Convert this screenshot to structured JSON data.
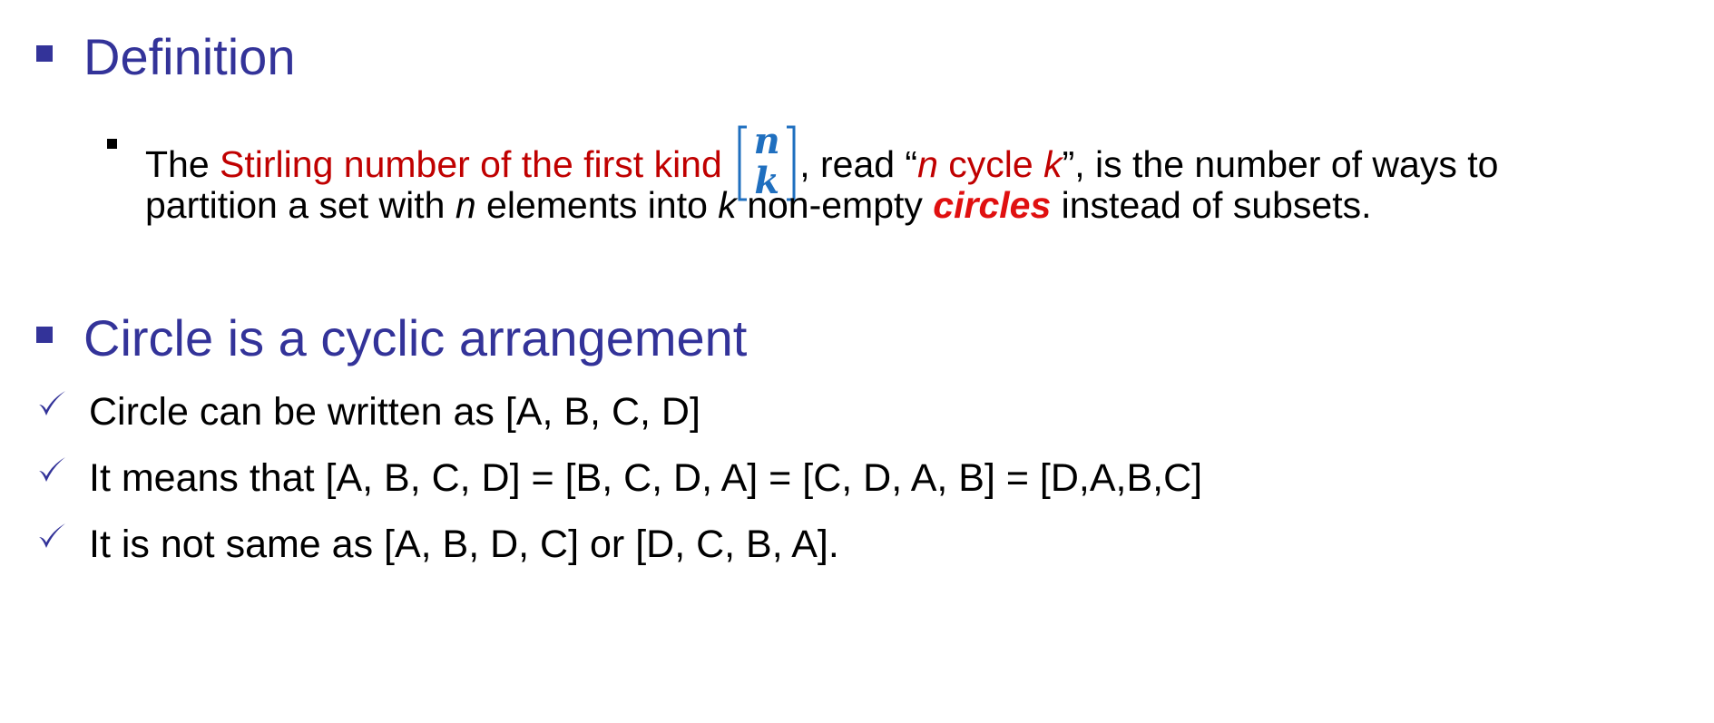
{
  "colors": {
    "heading": "#333399",
    "emphasis_red": "#c00000",
    "circles_red": "#e01010",
    "notation_blue": "#1f6fbf",
    "body_text": "#000000"
  },
  "section_1": {
    "bullet_icon": "square-bullet",
    "title": "Definition",
    "definition": {
      "bullet_icon": "small-square-bullet",
      "line1": {
        "t1": "The ",
        "t2": "Stirling number of the first kind",
        "notation_top": "n",
        "notation_bottom": "k",
        "t3": ", read  “",
        "t4": "n",
        "t5": " cycle ",
        "t6": "k",
        "t7": "”, is the number of ways to"
      },
      "line2": {
        "t1": "partition a set with ",
        "t2": "n",
        "t3": " elements into ",
        "t4": "k",
        "t5": " non-empty ",
        "t6": "circles",
        "t7": " instead of subsets."
      }
    }
  },
  "section_2": {
    "bullet_icon": "square-bullet",
    "title": "Circle is a cyclic arrangement",
    "check_icon": "checkmark-icon",
    "items": [
      "Circle can be written as [A, B, C, D]",
      "It means that [A, B, C, D] = [B, C, D, A] = [C, D, A, B] = [D,A,B,C]",
      "It is not same as [A, B, D, C] or [D, C, B, A]."
    ]
  }
}
